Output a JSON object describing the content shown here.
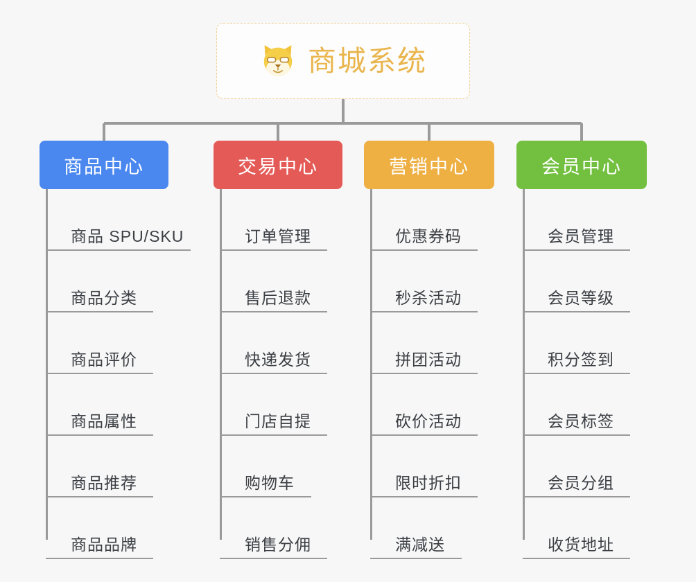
{
  "diagram": {
    "type": "org-tree",
    "background_color": "#f7f7f7",
    "root": {
      "title": "商城系统",
      "icon": "shiba-dog-icon",
      "title_color": "#e9b54d",
      "border_color": "#f0cf93",
      "border_style": "dashed"
    },
    "connector_color": "#9a9a9a",
    "columns": [
      {
        "category": "商品中心",
        "color": "#4a87ef",
        "items": [
          "商品 SPU/SKU",
          "商品分类",
          "商品评价",
          "商品属性",
          "商品推荐",
          "商品品牌"
        ]
      },
      {
        "category": "交易中心",
        "color": "#e45a57",
        "items": [
          "订单管理",
          "售后退款",
          "快递发货",
          "门店自提",
          "购物车",
          "销售分佣"
        ]
      },
      {
        "category": "营销中心",
        "color": "#eeaf43",
        "items": [
          "优惠券码",
          "秒杀活动",
          "拼团活动",
          "砍价活动",
          "限时折扣",
          "满减送"
        ]
      },
      {
        "category": "会员中心",
        "color": "#73c041",
        "items": [
          "会员管理",
          "会员等级",
          "积分签到",
          "会员标签",
          "会员分组",
          "收货地址"
        ]
      }
    ]
  }
}
